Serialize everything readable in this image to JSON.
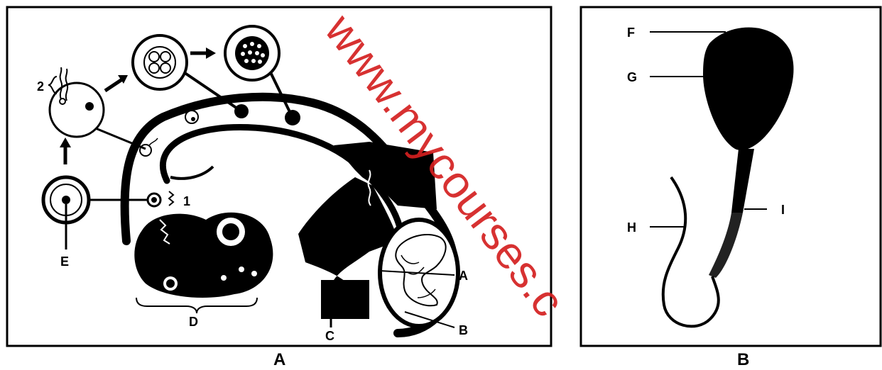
{
  "panel_a": {
    "caption": "A",
    "labels": {
      "n1": "1",
      "n2": "2",
      "a": "A",
      "b": "B",
      "c": "C",
      "d": "D",
      "e": "E"
    }
  },
  "panel_b": {
    "caption": "B",
    "labels": {
      "f": "F",
      "g": "G",
      "h": "H",
      "i": "I"
    }
  },
  "watermark": {
    "text": "www.mycourses.c",
    "color": "#d42020"
  }
}
